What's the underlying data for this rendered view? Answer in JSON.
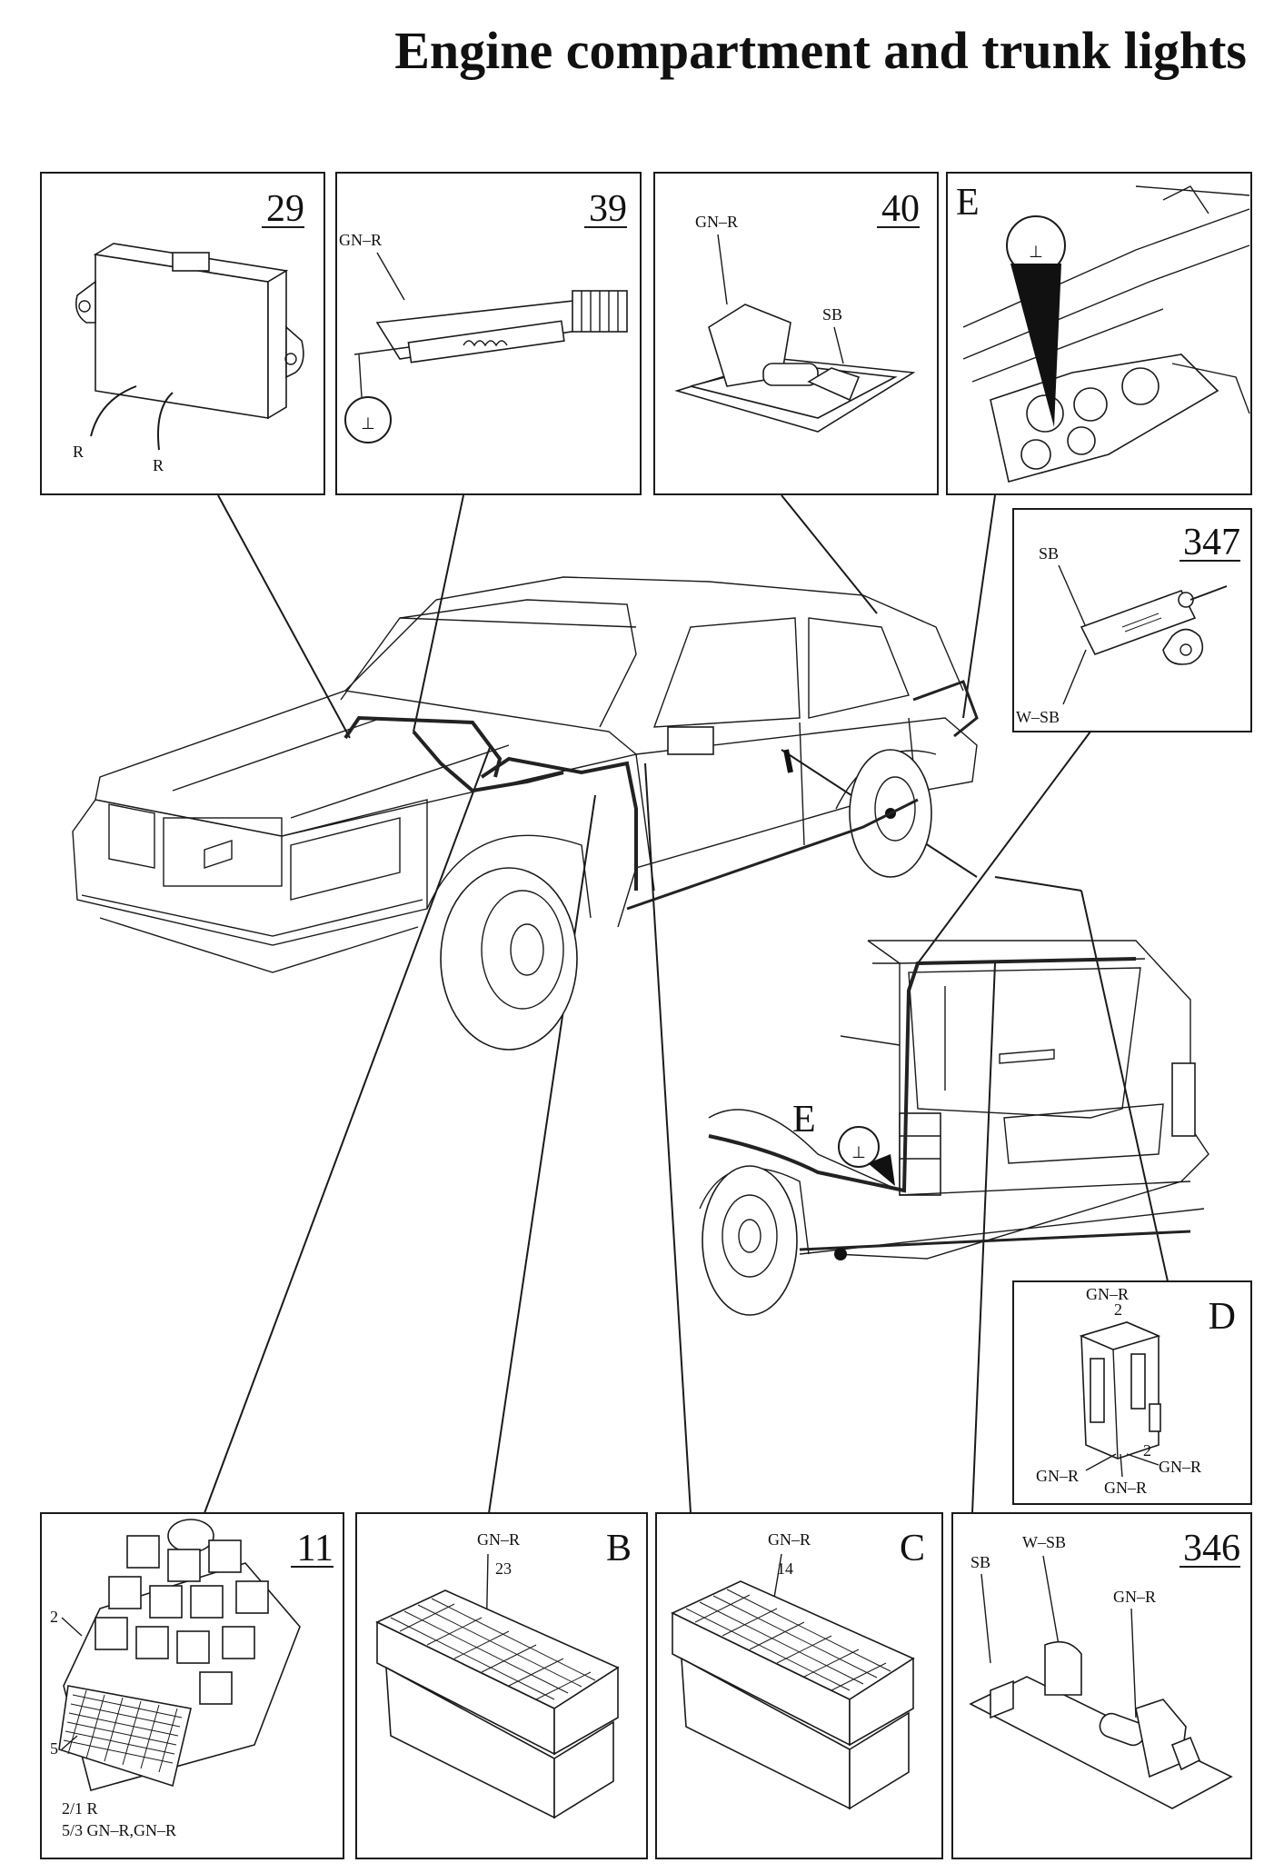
{
  "title": "Engine compartment and trunk lights",
  "panels": {
    "p29": {
      "number": "29",
      "labels": [
        "R",
        "R"
      ]
    },
    "p39": {
      "number": "39",
      "labels": [
        "GN–R",
        "⊥"
      ]
    },
    "p40": {
      "number": "40",
      "labels": [
        "GN–R",
        "SB"
      ]
    },
    "pE": {
      "letter": "E",
      "ground_symbol": "⊥"
    },
    "p347": {
      "number": "347",
      "labels": [
        "SB",
        "W–SB"
      ]
    },
    "pD": {
      "letter": "D",
      "labels": [
        "GN–R",
        "2",
        "2",
        "GN–R",
        "GN–R",
        "GN–R"
      ]
    },
    "p11": {
      "number": "11",
      "labels": [
        "2",
        "5",
        "2/1 R",
        "5/3 GN–R,GN–R"
      ]
    },
    "pB": {
      "letter": "B",
      "labels": [
        "GN–R",
        "23"
      ]
    },
    "pC": {
      "letter": "C",
      "labels": [
        "GN–R",
        "14"
      ]
    },
    "p346": {
      "number": "346",
      "labels": [
        "SB",
        "W–SB",
        "GN–R"
      ]
    }
  },
  "rear_view": {
    "letter": "E",
    "ground_symbol": "⊥"
  }
}
